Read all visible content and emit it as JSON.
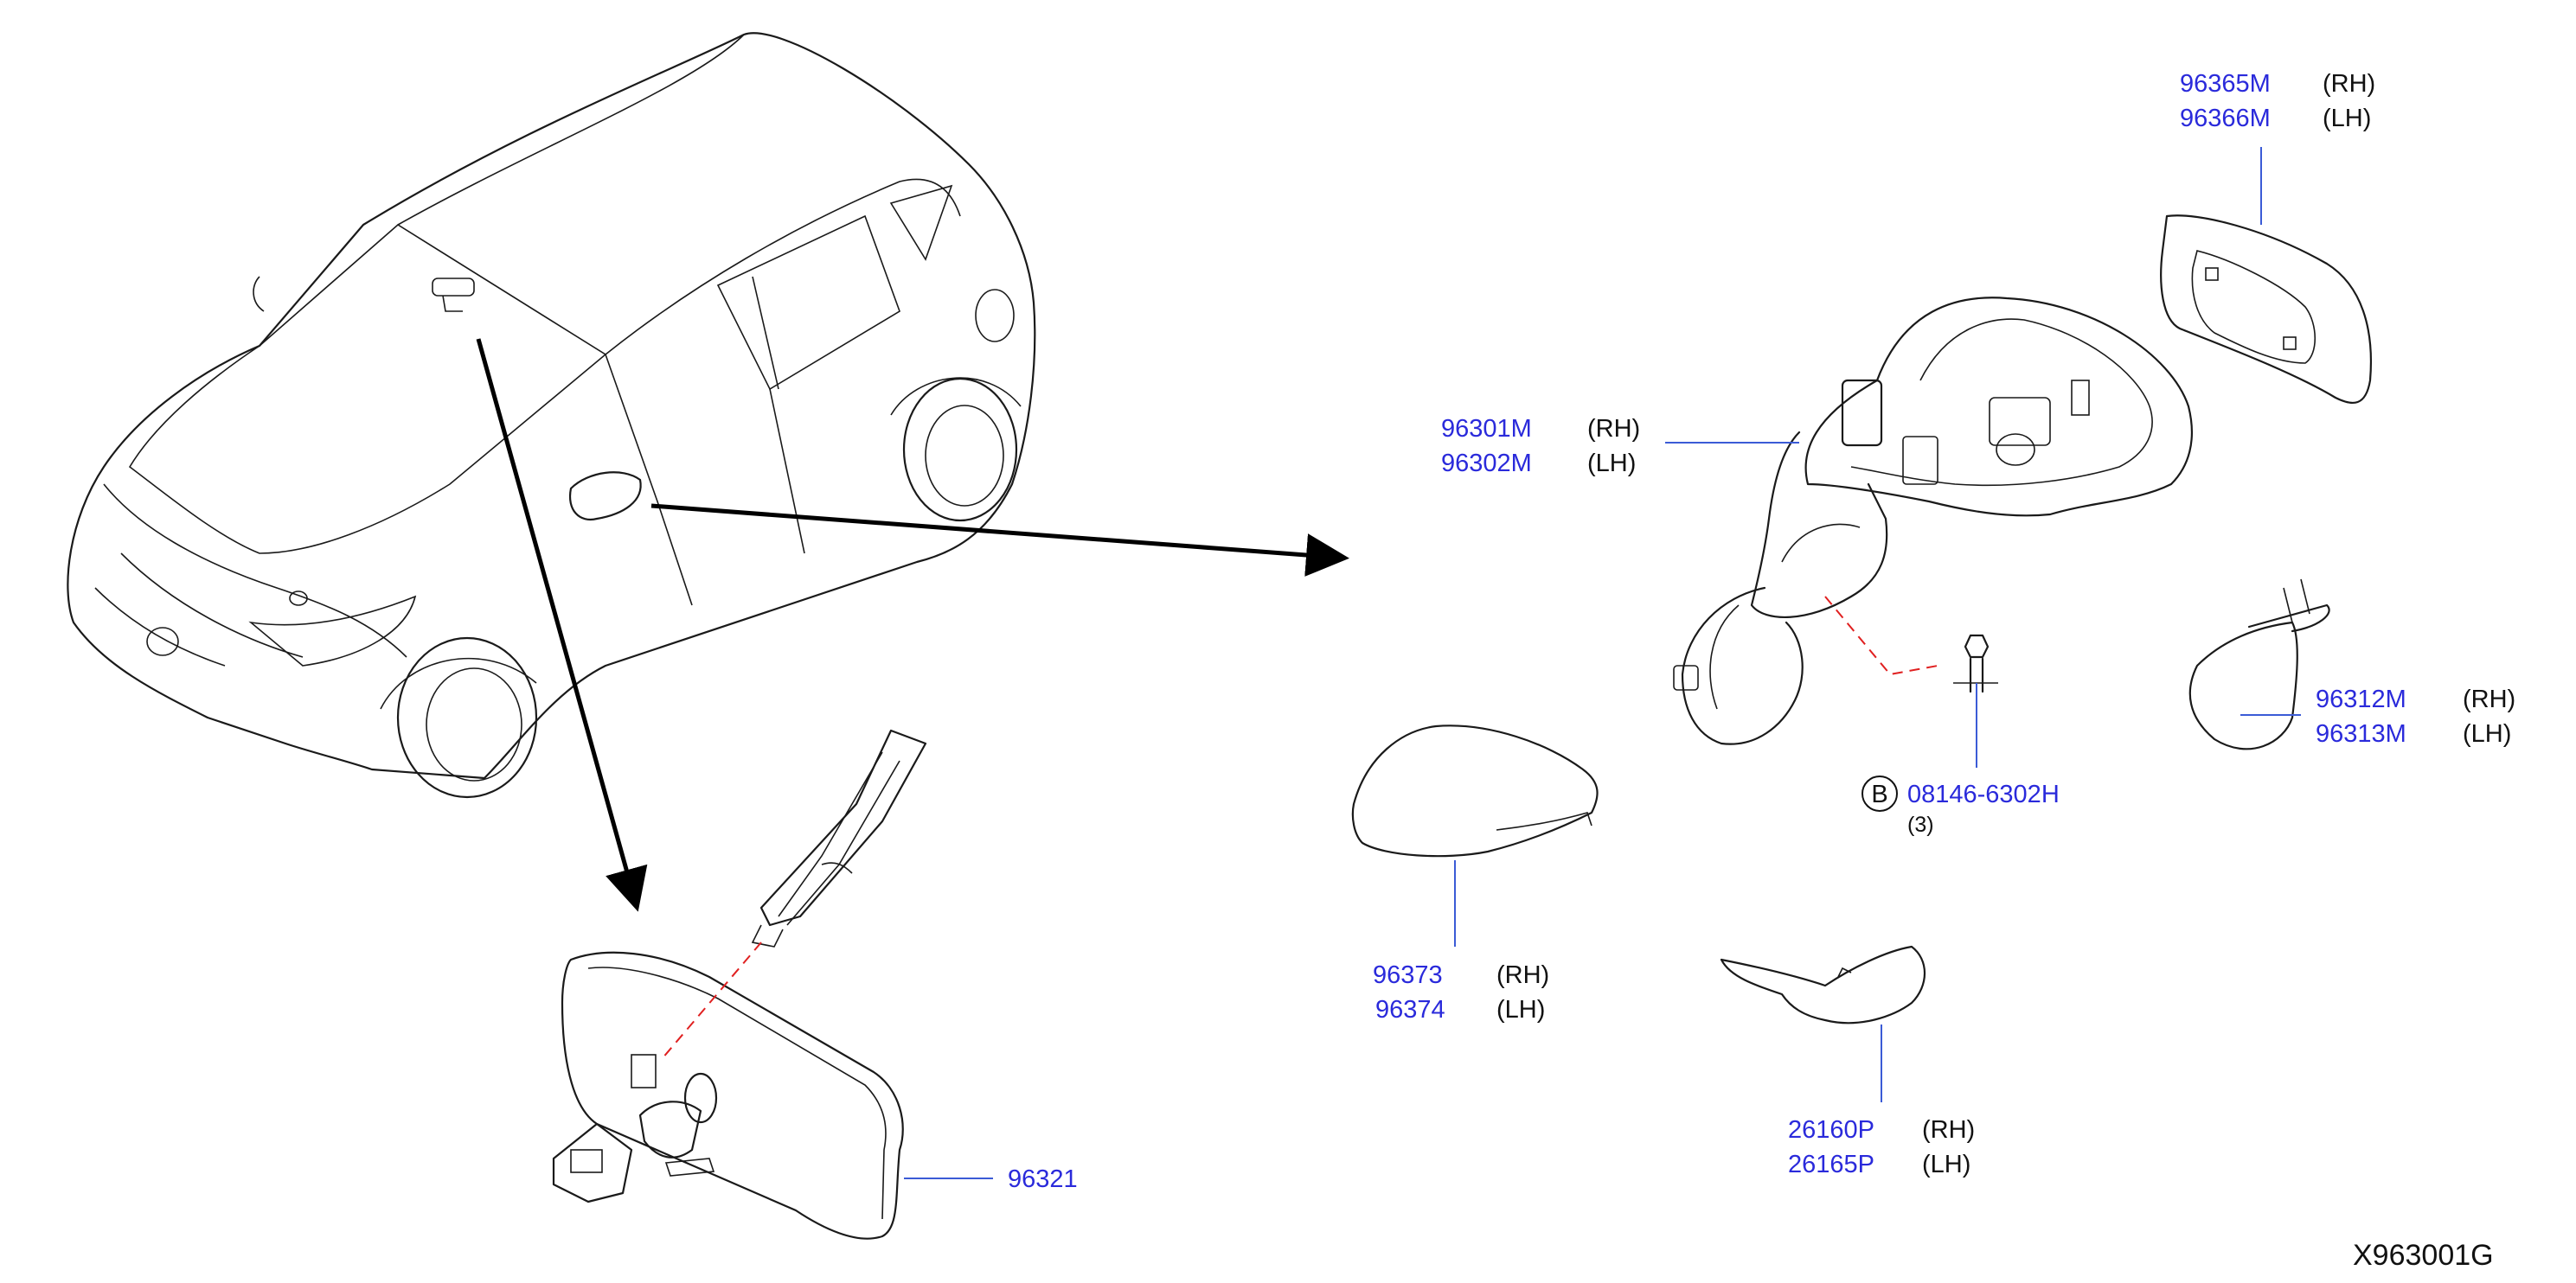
{
  "drawing_id": "X963001G",
  "parts": {
    "p96365M": {
      "number": "96365M",
      "side": "(RH)"
    },
    "p96366M": {
      "number": "96366M",
      "side": "(LH)"
    },
    "p96301M": {
      "number": "96301M",
      "side": "(RH)"
    },
    "p96302M": {
      "number": "96302M",
      "side": "(LH)"
    },
    "p96312M": {
      "number": "96312M",
      "side": "(RH)"
    },
    "p96313M": {
      "number": "96313M",
      "side": "(LH)"
    },
    "p96373": {
      "number": "96373",
      "side": "(RH)"
    },
    "p96374": {
      "number": "96374",
      "side": "(LH)"
    },
    "p26160P": {
      "number": "26160P",
      "side": "(RH)"
    },
    "p26165P": {
      "number": "26165P",
      "side": "(LH)"
    },
    "p96321": {
      "number": "96321"
    },
    "bolt": {
      "marker": "B",
      "number": "08146-6302H",
      "qty": "(3)"
    }
  },
  "colors": {
    "part_number": "#2a2adb",
    "leader": "#3b5bd6",
    "dashed_guide": "#e02020",
    "line": "#1a1a1a"
  }
}
